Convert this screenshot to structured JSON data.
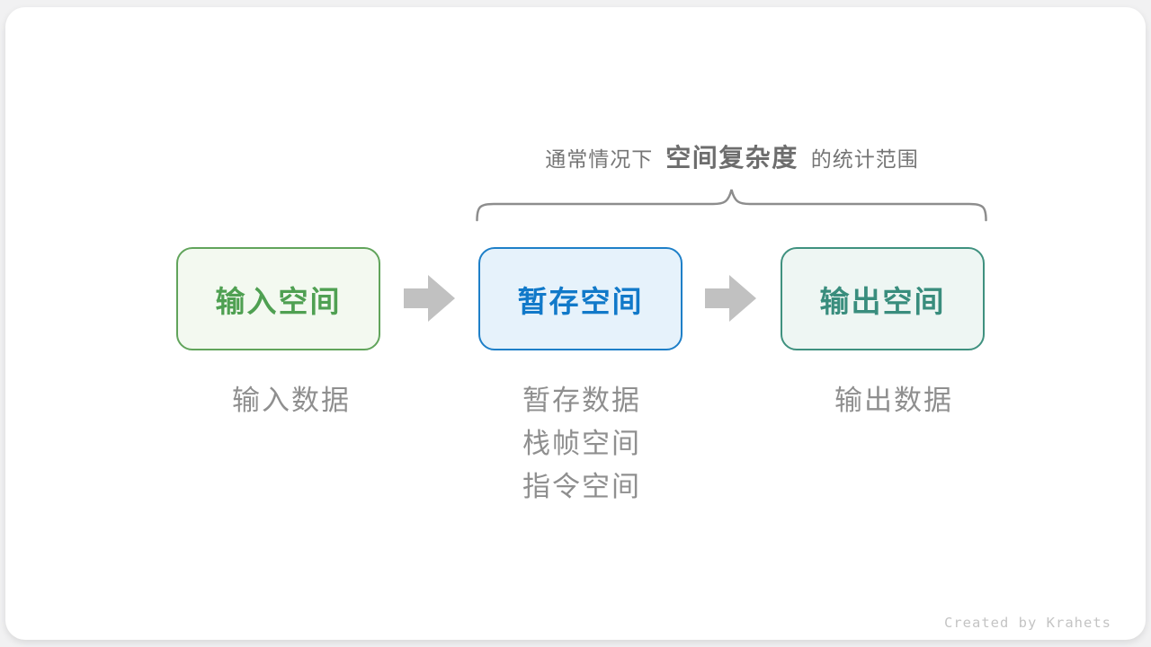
{
  "caption": {
    "prefix": "通常情况下",
    "highlight": "空间复杂度",
    "suffix": "的统计范围"
  },
  "boxes": [
    {
      "label": "输入空间",
      "border_color": "#61a45b",
      "bg_color": "#f3f9f0",
      "text_color": "#4fa052"
    },
    {
      "label": "暂存空间",
      "border_color": "#1e7fc8",
      "bg_color": "#e6f2fb",
      "text_color": "#1179c9"
    },
    {
      "label": "输出空间",
      "border_color": "#3f917f",
      "bg_color": "#eef6f3",
      "text_color": "#398d7d"
    }
  ],
  "notes": {
    "input": [
      "输入数据"
    ],
    "temp": [
      "暂存数据",
      "栈帧空间",
      "指令空间"
    ],
    "output": [
      "输出数据"
    ]
  },
  "credit": "Created by Krahets",
  "colors": {
    "arrow": "#c1c1c1",
    "brace": "#8d8d8d",
    "caption_text": "#757575",
    "note_text": "#8f8f8f",
    "credit_text": "#c4c4c4",
    "card_bg": "#ffffff",
    "page_bg": "#f1f1f2"
  }
}
